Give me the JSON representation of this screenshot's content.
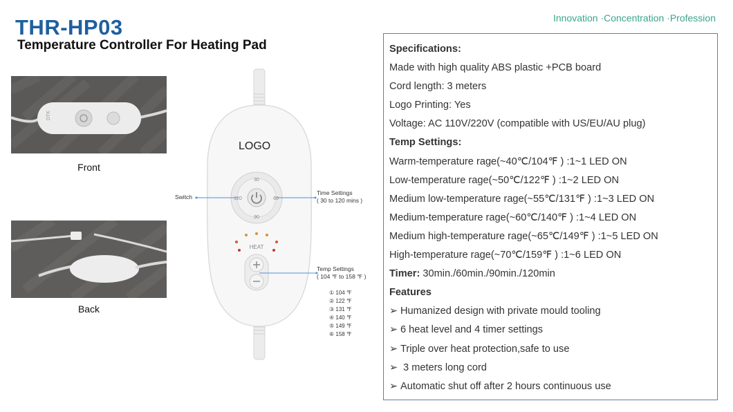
{
  "header": {
    "title": "THR-HP03",
    "subtitle": "Temperature Controller For Heating Pad",
    "tagline": "Innovation ·Concentration ·Profession"
  },
  "photos": {
    "front_caption": "Front",
    "back_caption": "Back"
  },
  "device": {
    "logo": "LOGO",
    "dial_top": "30",
    "dial_left": "120",
    "dial_right": "60",
    "dial_bottom": "90",
    "heat_label": "HEAT",
    "switch_label": "Switch",
    "time_settings_label": "Time Settings",
    "time_settings_range": "( 30 to 120 mins )",
    "temp_settings_label": "Temp Settings",
    "temp_settings_range": "( 104 ℉ to 158 ℉ )",
    "temp_levels": [
      "① 104 ℉",
      "② 122 ℉",
      "③ 131 ℉",
      "④ 140 ℉",
      "⑤ 149 ℉",
      "⑥ 158 ℉"
    ]
  },
  "specs": {
    "heading": "Specifications:",
    "items": [
      "Made with high quality ABS plastic +PCB board",
      "Cord length: 3 meters",
      "Logo Printing: Yes",
      "Voltage: AC 110V/220V (compatible with US/EU/AU plug)"
    ],
    "temp_heading": "Temp Settings:",
    "temp_items": [
      "Warm-temperature rage(~40℃/104℉ ) :1~1 LED ON",
      "Low-temperature rage(~50℃/122℉ ) :1~2 LED ON",
      "Medium low-temperature rage(~55℃/131℉ ) :1~3 LED ON",
      "Medium-temperature rage(~60℃/140℉ ) :1~4 LED ON",
      "Medium high-temperature rage(~65℃/149℉ ) :1~5 LED ON",
      "High-temperature rage(~70℃/159℉ ) :1~6 LED ON"
    ],
    "timer_label": "Timer:",
    "timer_value": " 30min./60min./90min./120min",
    "features_heading": "Features",
    "bullet_symbol": "➢",
    "features": [
      "Humanized design with private mould tooling",
      "6 heat level and 4 timer settings",
      "Triple over heat protection,safe to use",
      " 3 meters long cord",
      "Automatic shut off after 2 hours continuous use"
    ]
  },
  "colors": {
    "title": "#1f5fa0",
    "tagline": "#3aa58a",
    "box_border": "#6a7d95",
    "callout_line": "#4a90d9"
  }
}
